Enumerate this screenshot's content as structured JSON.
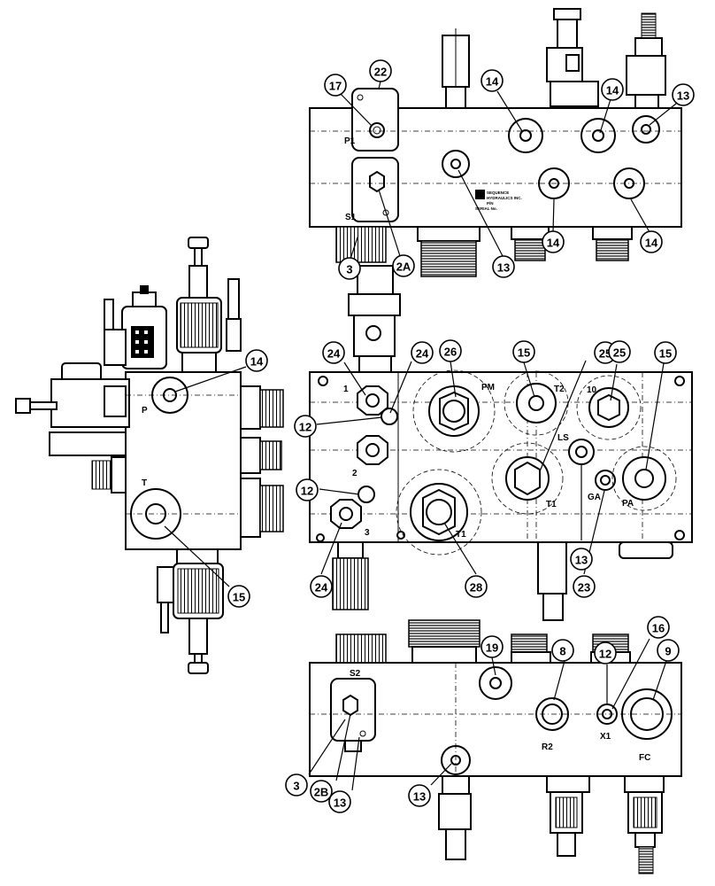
{
  "port_labels": {
    "p1": "P1",
    "s1": "S1",
    "p": "P",
    "t": "T",
    "pm": "PM",
    "t2": "T2",
    "p10": "10",
    "ls": "LS",
    "ga": "GA",
    "pa": "PA",
    "t1_small": "T1",
    "t1": "T1",
    "p1_num": "1",
    "p2_num": "2",
    "p3_num": "3",
    "s2": "S2",
    "r2": "R2",
    "x1": "X1",
    "fc": "FC"
  },
  "nameplate": {
    "line1": "SEQUENCE",
    "line2": "HYDRAULICS INC.",
    "line3": "P/N",
    "line4": "SERIAL No."
  },
  "callouts": [
    {
      "id": "c22",
      "label": "22"
    },
    {
      "id": "c17",
      "label": "17"
    },
    {
      "id": "c14a",
      "label": "14"
    },
    {
      "id": "c14b",
      "label": "14"
    },
    {
      "id": "c13a",
      "label": "13"
    },
    {
      "id": "c13b",
      "label": "13"
    },
    {
      "id": "c14c",
      "label": "14"
    },
    {
      "id": "c14d",
      "label": "14"
    },
    {
      "id": "c3a",
      "label": "3"
    },
    {
      "id": "c2A",
      "label": "2A"
    },
    {
      "id": "c14e",
      "label": "14"
    },
    {
      "id": "c15a",
      "label": "15"
    },
    {
      "id": "c24a",
      "label": "24"
    },
    {
      "id": "c24b",
      "label": "24"
    },
    {
      "id": "c26",
      "label": "26"
    },
    {
      "id": "c15b",
      "label": "15"
    },
    {
      "id": "c25a",
      "label": "25"
    },
    {
      "id": "c25b",
      "label": "25"
    },
    {
      "id": "c15c",
      "label": "15"
    },
    {
      "id": "c12a",
      "label": "12"
    },
    {
      "id": "c12b",
      "label": "12"
    },
    {
      "id": "c24c",
      "label": "24"
    },
    {
      "id": "c28",
      "label": "28"
    },
    {
      "id": "c13c",
      "label": "13"
    },
    {
      "id": "c23",
      "label": "23"
    },
    {
      "id": "c19",
      "label": "19"
    },
    {
      "id": "c8",
      "label": "8"
    },
    {
      "id": "c12c",
      "label": "12"
    },
    {
      "id": "c16",
      "label": "16"
    },
    {
      "id": "c9",
      "label": "9"
    },
    {
      "id": "c3b",
      "label": "3"
    },
    {
      "id": "c2B",
      "label": "2B"
    },
    {
      "id": "c13d",
      "label": "13"
    },
    {
      "id": "c13e",
      "label": "13"
    }
  ]
}
